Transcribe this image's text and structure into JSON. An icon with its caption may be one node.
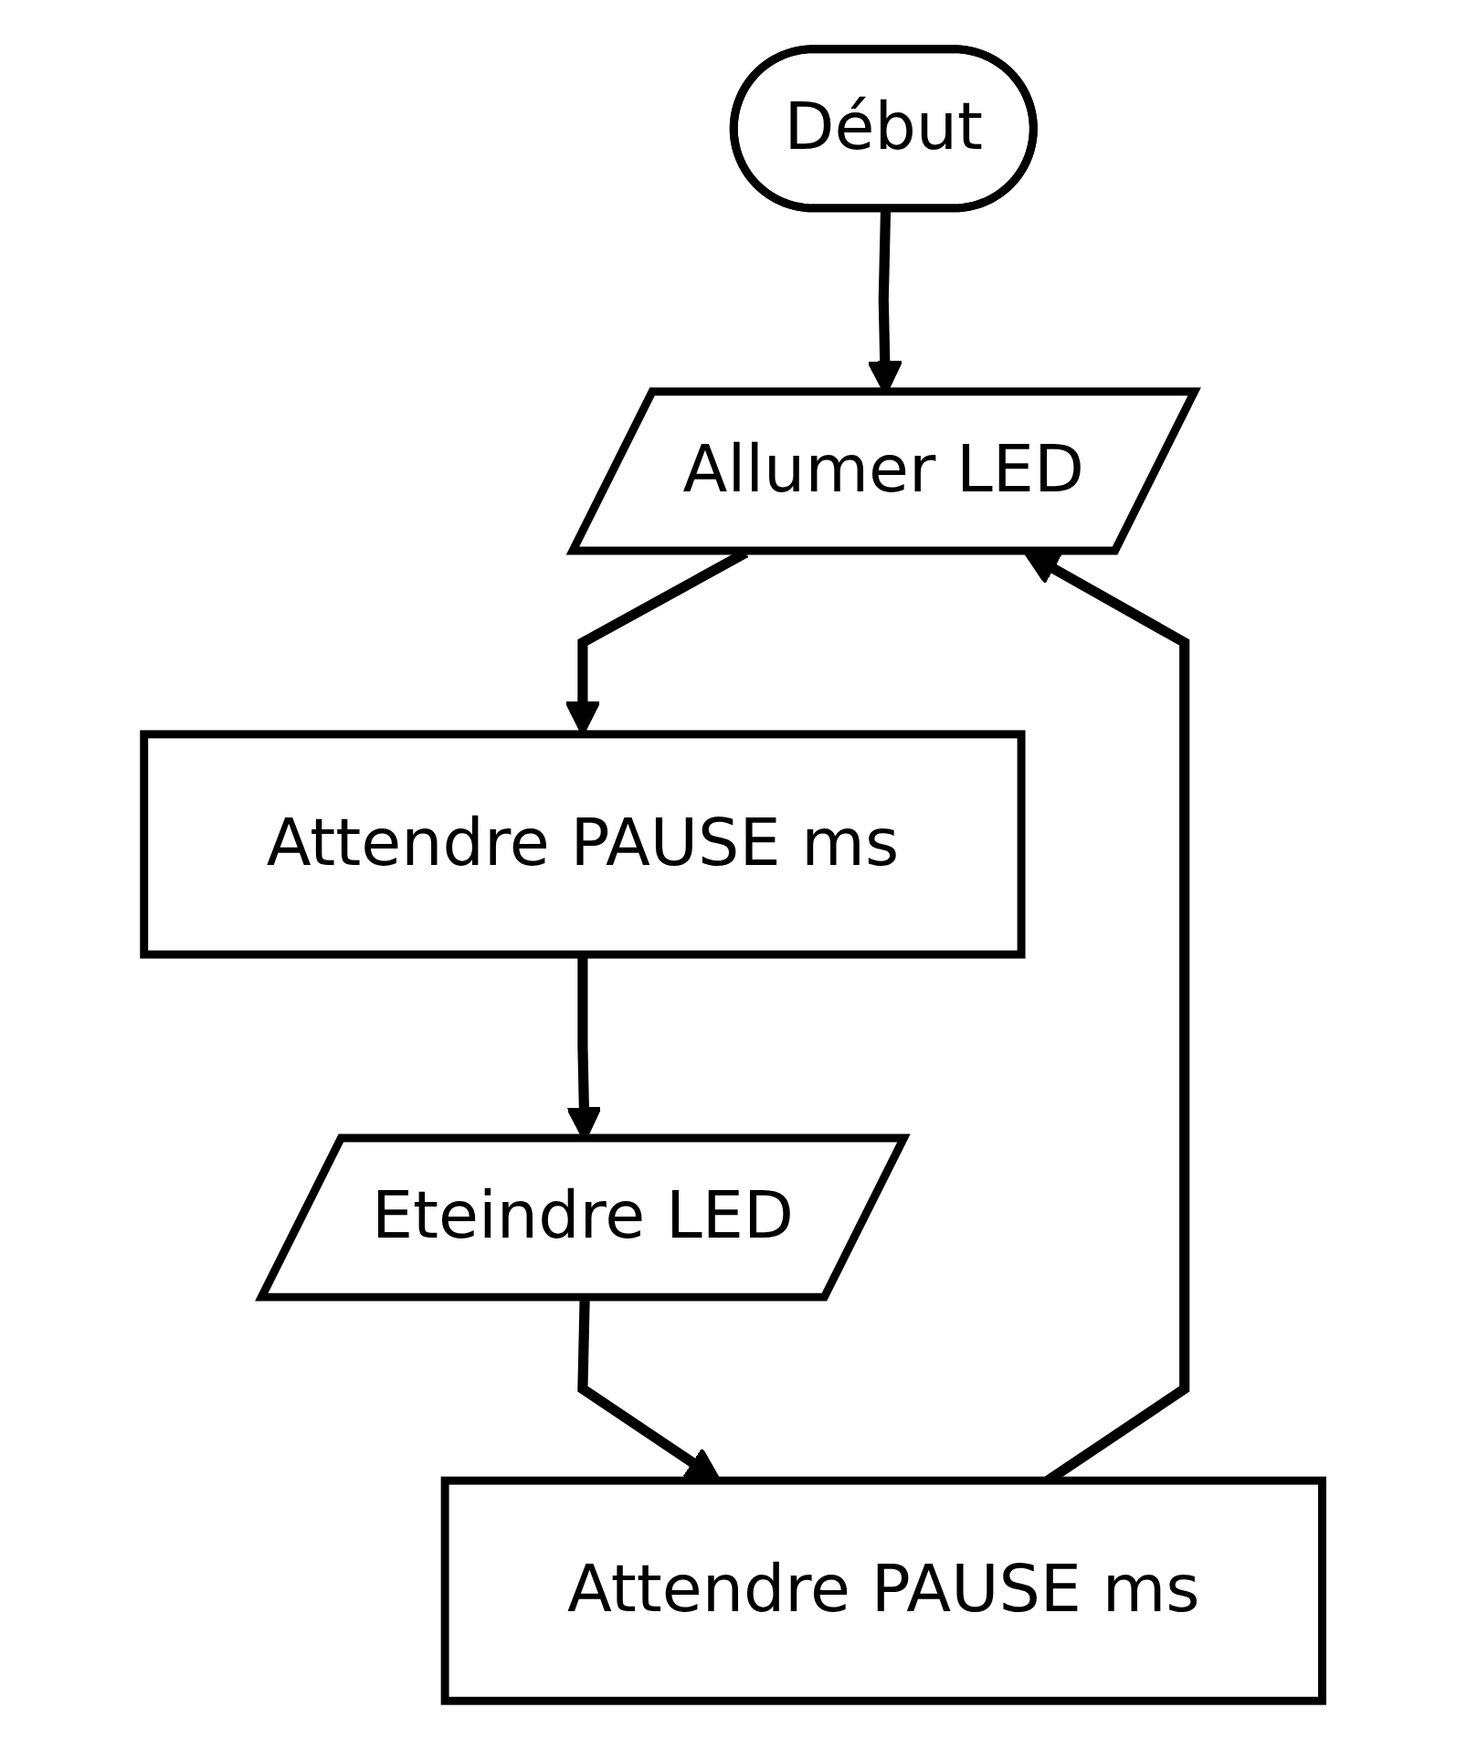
{
  "diagram": {
    "nodes": [
      {
        "text": [
          "Début"
        ]
      },
      {
        "text": [
          "Allumer LED"
        ]
      },
      {
        "text": [
          "Attendre PAUSE ms"
        ]
      },
      {
        "text": [
          "Eteindre LED"
        ]
      },
      {
        "text": [
          "Attendre PAUSE ms"
        ]
      }
    ],
    "edges": [
      {
        "from": 0,
        "to": 1,
        "arrow": "to"
      },
      {
        "from": 1,
        "to": 2,
        "arrow": "to"
      },
      {
        "from": 2,
        "to": 3,
        "arrow": "to"
      },
      {
        "from": 3,
        "to": 4,
        "arrow": "to"
      },
      {
        "from": 4,
        "to": 1,
        "arrow": "to"
      }
    ]
  }
}
